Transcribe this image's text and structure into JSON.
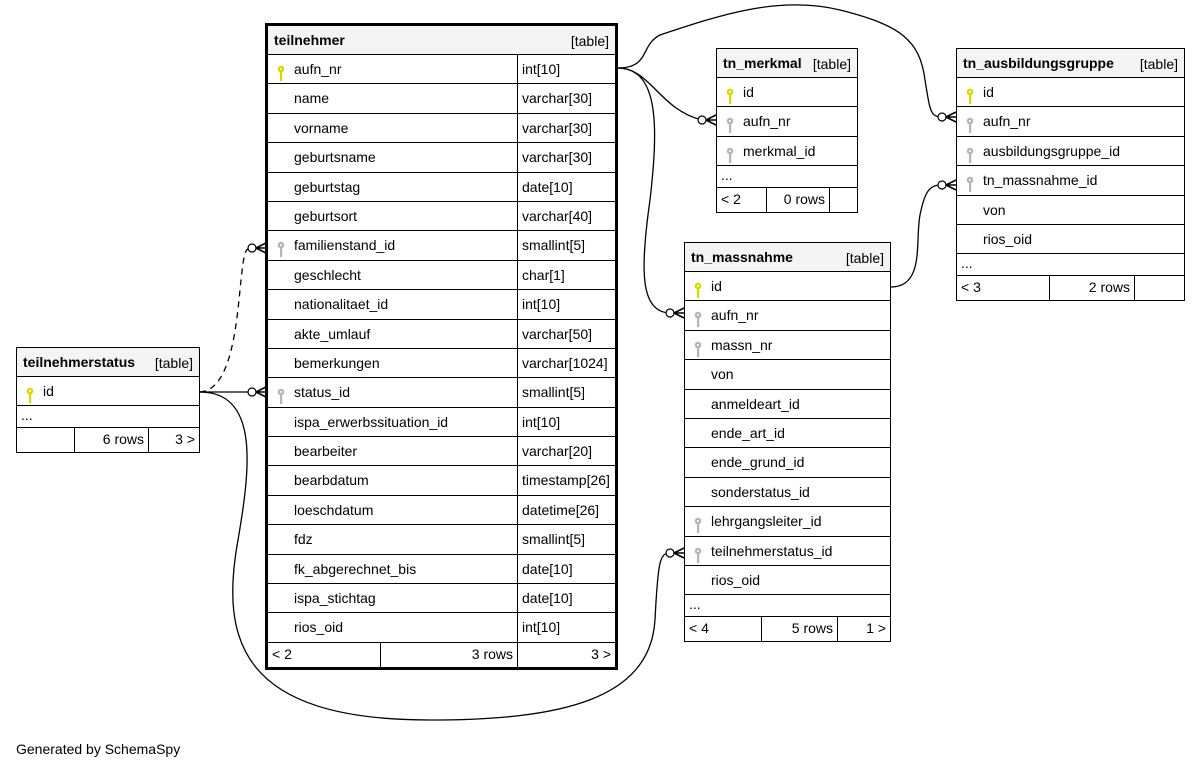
{
  "colors": {
    "primary_key": "#d8d800",
    "foreign_key": "#b5b5b5",
    "header_bg": "#f4f4f4",
    "line": "#000000"
  },
  "footer_text": "Generated by SchemaSpy",
  "tables": {
    "teilnehmer": {
      "name": "teilnehmer",
      "type": "[table]",
      "columns": [
        {
          "name": "aufn_nr",
          "type": "int[10]",
          "key": "primary"
        },
        {
          "name": "name",
          "type": "varchar[30]",
          "key": ""
        },
        {
          "name": "vorname",
          "type": "varchar[30]",
          "key": ""
        },
        {
          "name": "geburtsname",
          "type": "varchar[30]",
          "key": ""
        },
        {
          "name": "geburtstag",
          "type": "date[10]",
          "key": ""
        },
        {
          "name": "geburtsort",
          "type": "varchar[40]",
          "key": ""
        },
        {
          "name": "familienstand_id",
          "type": "smallint[5]",
          "key": "foreign"
        },
        {
          "name": "geschlecht",
          "type": "char[1]",
          "key": ""
        },
        {
          "name": "nationalitaet_id",
          "type": "int[10]",
          "key": ""
        },
        {
          "name": "akte_umlauf",
          "type": "varchar[50]",
          "key": ""
        },
        {
          "name": "bemerkungen",
          "type": "varchar[1024]",
          "key": ""
        },
        {
          "name": "status_id",
          "type": "smallint[5]",
          "key": "foreign"
        },
        {
          "name": "ispa_erwerbssituation_id",
          "type": "int[10]",
          "key": ""
        },
        {
          "name": "bearbeiter",
          "type": "varchar[20]",
          "key": ""
        },
        {
          "name": "bearbdatum",
          "type": "timestamp[26]",
          "key": ""
        },
        {
          "name": "loeschdatum",
          "type": "datetime[26]",
          "key": ""
        },
        {
          "name": "fdz",
          "type": "smallint[5]",
          "key": ""
        },
        {
          "name": "fk_abgerechnet_bis",
          "type": "date[10]",
          "key": ""
        },
        {
          "name": "ispa_stichtag",
          "type": "date[10]",
          "key": ""
        },
        {
          "name": "rios_oid",
          "type": "int[10]",
          "key": ""
        }
      ],
      "footer": {
        "parents": "< 2",
        "rows": "3 rows",
        "children": "3 >"
      }
    },
    "teilnehmerstatus": {
      "name": "teilnehmerstatus",
      "type": "[table]",
      "columns": [
        {
          "name": "id",
          "key": "primary"
        }
      ],
      "ellipsis": "...",
      "footer": {
        "parents": "",
        "rows": "6 rows",
        "children": "3 >"
      }
    },
    "tn_merkmal": {
      "name": "tn_merkmal",
      "type": "[table]",
      "columns": [
        {
          "name": "id",
          "key": "primary"
        },
        {
          "name": "aufn_nr",
          "key": "foreign"
        },
        {
          "name": "merkmal_id",
          "key": "foreign"
        }
      ],
      "ellipsis": "...",
      "footer": {
        "parents": "< 2",
        "rows": "0 rows",
        "children": ""
      }
    },
    "tn_ausbildungsgruppe": {
      "name": "tn_ausbildungsgruppe",
      "type": "[table]",
      "columns": [
        {
          "name": "id",
          "key": "primary"
        },
        {
          "name": "aufn_nr",
          "key": "foreign"
        },
        {
          "name": "ausbildungsgruppe_id",
          "key": "foreign"
        },
        {
          "name": "tn_massnahme_id",
          "key": "foreign"
        },
        {
          "name": "von",
          "key": ""
        },
        {
          "name": "rios_oid",
          "key": ""
        }
      ],
      "ellipsis": "...",
      "footer": {
        "parents": "< 3",
        "rows": "2 rows",
        "children": ""
      }
    },
    "tn_massnahme": {
      "name": "tn_massnahme",
      "type": "[table]",
      "columns": [
        {
          "name": "id",
          "key": "primary"
        },
        {
          "name": "aufn_nr",
          "key": "foreign"
        },
        {
          "name": "massn_nr",
          "key": "foreign"
        },
        {
          "name": "von",
          "key": ""
        },
        {
          "name": "anmeldeart_id",
          "key": ""
        },
        {
          "name": "ende_art_id",
          "key": ""
        },
        {
          "name": "ende_grund_id",
          "key": ""
        },
        {
          "name": "sonderstatus_id",
          "key": ""
        },
        {
          "name": "lehrgangsleiter_id",
          "key": "foreign"
        },
        {
          "name": "teilnehmerstatus_id",
          "key": "foreign"
        },
        {
          "name": "rios_oid",
          "key": ""
        }
      ],
      "ellipsis": "...",
      "footer": {
        "parents": "< 4",
        "rows": "5 rows",
        "children": "1 >"
      }
    }
  },
  "relationships": [
    {
      "from": "teilnehmerstatus.id",
      "to": "teilnehmer.familienstand_id",
      "style": "implied"
    },
    {
      "from": "teilnehmerstatus.id",
      "to": "teilnehmer.status_id",
      "style": "solid"
    },
    {
      "from": "teilnehmerstatus.id",
      "to": "tn_massnahme.teilnehmerstatus_id",
      "style": "solid"
    },
    {
      "from": "teilnehmer.aufn_nr",
      "to": "tn_merkmal.aufn_nr",
      "style": "solid"
    },
    {
      "from": "teilnehmer.aufn_nr",
      "to": "tn_ausbildungsgruppe.aufn_nr",
      "style": "solid"
    },
    {
      "from": "teilnehmer.aufn_nr",
      "to": "tn_massnahme.aufn_nr",
      "style": "solid"
    },
    {
      "from": "tn_massnahme.id",
      "to": "tn_ausbildungsgruppe.tn_massnahme_id",
      "style": "solid"
    }
  ]
}
